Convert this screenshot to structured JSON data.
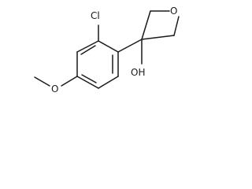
{
  "molecule": {
    "atoms": {
      "chlorine": "Cl",
      "oxetane_oxygen": "O",
      "methoxy_oxygen": "O",
      "hydroxyl": "OH"
    }
  }
}
